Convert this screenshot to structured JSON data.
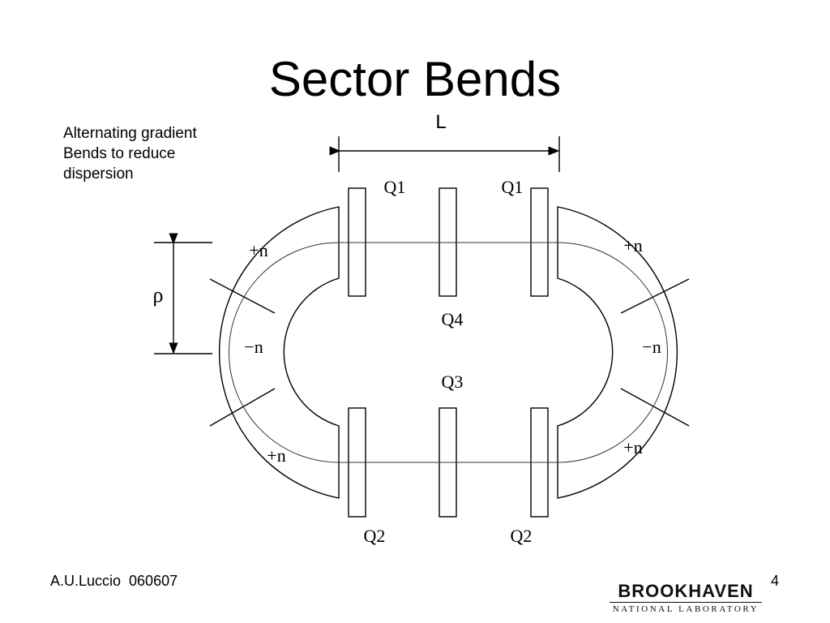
{
  "slide": {
    "title": "Sector Bends",
    "note": {
      "lines": [
        "Alternating gradient",
        "Bends to reduce",
        "dispersion"
      ]
    }
  },
  "diagram": {
    "length_label": "L",
    "radius_label": "ρ",
    "quads": {
      "q1_left": "Q1",
      "q1_right": "Q1",
      "q4": "Q4",
      "q3": "Q3",
      "q2_left": "Q2",
      "q2_right": "Q2"
    },
    "bend_labels": {
      "left_top": "+n",
      "left_middle": "−n",
      "left_bottom": "+n",
      "right_top": "+n",
      "right_middle": "−n",
      "right_bottom": "+n"
    }
  },
  "footer": {
    "author": "A.U.Luccio  060607",
    "page": "4",
    "logo": {
      "name": "BROOKHAVEN",
      "subtitle": "NATIONAL LABORATORY"
    }
  }
}
